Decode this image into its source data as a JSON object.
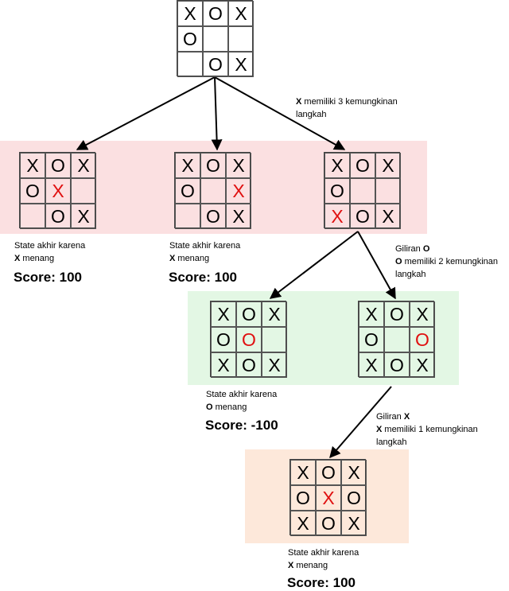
{
  "boards": {
    "root": [
      [
        "X",
        "O",
        "X"
      ],
      [
        "O",
        "",
        ""
      ],
      [
        "",
        "O",
        "X"
      ]
    ],
    "l1a": [
      [
        "X",
        "O",
        "X"
      ],
      [
        "O",
        "X",
        ""
      ],
      [
        "",
        "O",
        "X"
      ]
    ],
    "l1b": [
      [
        "X",
        "O",
        "X"
      ],
      [
        "O",
        "",
        "X"
      ],
      [
        "",
        "O",
        "X"
      ]
    ],
    "l1c": [
      [
        "X",
        "O",
        "X"
      ],
      [
        "O",
        "",
        ""
      ],
      [
        "X",
        "O",
        "X"
      ]
    ],
    "l2a": [
      [
        "X",
        "O",
        "X"
      ],
      [
        "O",
        "O",
        ""
      ],
      [
        "X",
        "O",
        "X"
      ]
    ],
    "l2b": [
      [
        "X",
        "O",
        "X"
      ],
      [
        "O",
        "",
        "O"
      ],
      [
        "X",
        "O",
        "X"
      ]
    ],
    "l3": [
      [
        "X",
        "O",
        "X"
      ],
      [
        "O",
        "X",
        "O"
      ],
      [
        "X",
        "O",
        "X"
      ]
    ]
  },
  "highlight": {
    "l1a": [
      1,
      1
    ],
    "l1b": [
      1,
      2
    ],
    "l1c": [
      2,
      0
    ],
    "l2a": [
      1,
      1
    ],
    "l2b": [
      1,
      2
    ],
    "l3": [
      1,
      1
    ]
  },
  "notes": {
    "root_moves": {
      "player": "X",
      "rest": " memiliki 3 kemungkinan",
      "line2": "langkah"
    },
    "turn_o": {
      "line1_pre": "Giliran ",
      "player": "O",
      "line2_player": "O",
      "line2_rest": " memiliki 2 kemungkinan",
      "line3": "langkah"
    },
    "turn_x": {
      "line1_pre": "Giliran ",
      "player": "X",
      "line2_player": "X",
      "line2_rest": " memiliki 1 kemungkinan",
      "line3": "langkah"
    }
  },
  "results": {
    "l1a": {
      "line1": "State akhir karena",
      "winner": "X",
      "rest": " menang",
      "score": "Score: 100"
    },
    "l1b": {
      "line1": "State akhir karena",
      "winner": "X",
      "rest": " menang",
      "score": "Score: 100"
    },
    "l2a": {
      "line1": "State akhir karena",
      "winner": "O",
      "rest": " menang",
      "score": "Score: -100"
    },
    "l3": {
      "line1": "State akhir karena",
      "winner": "X",
      "rest": " menang",
      "score": "Score: 100"
    }
  },
  "colors": {
    "new_move": "#e01010",
    "band_x_win": "#fbe0e1",
    "band_o_win": "#e3f7e4",
    "band_final": "#fde8da"
  }
}
